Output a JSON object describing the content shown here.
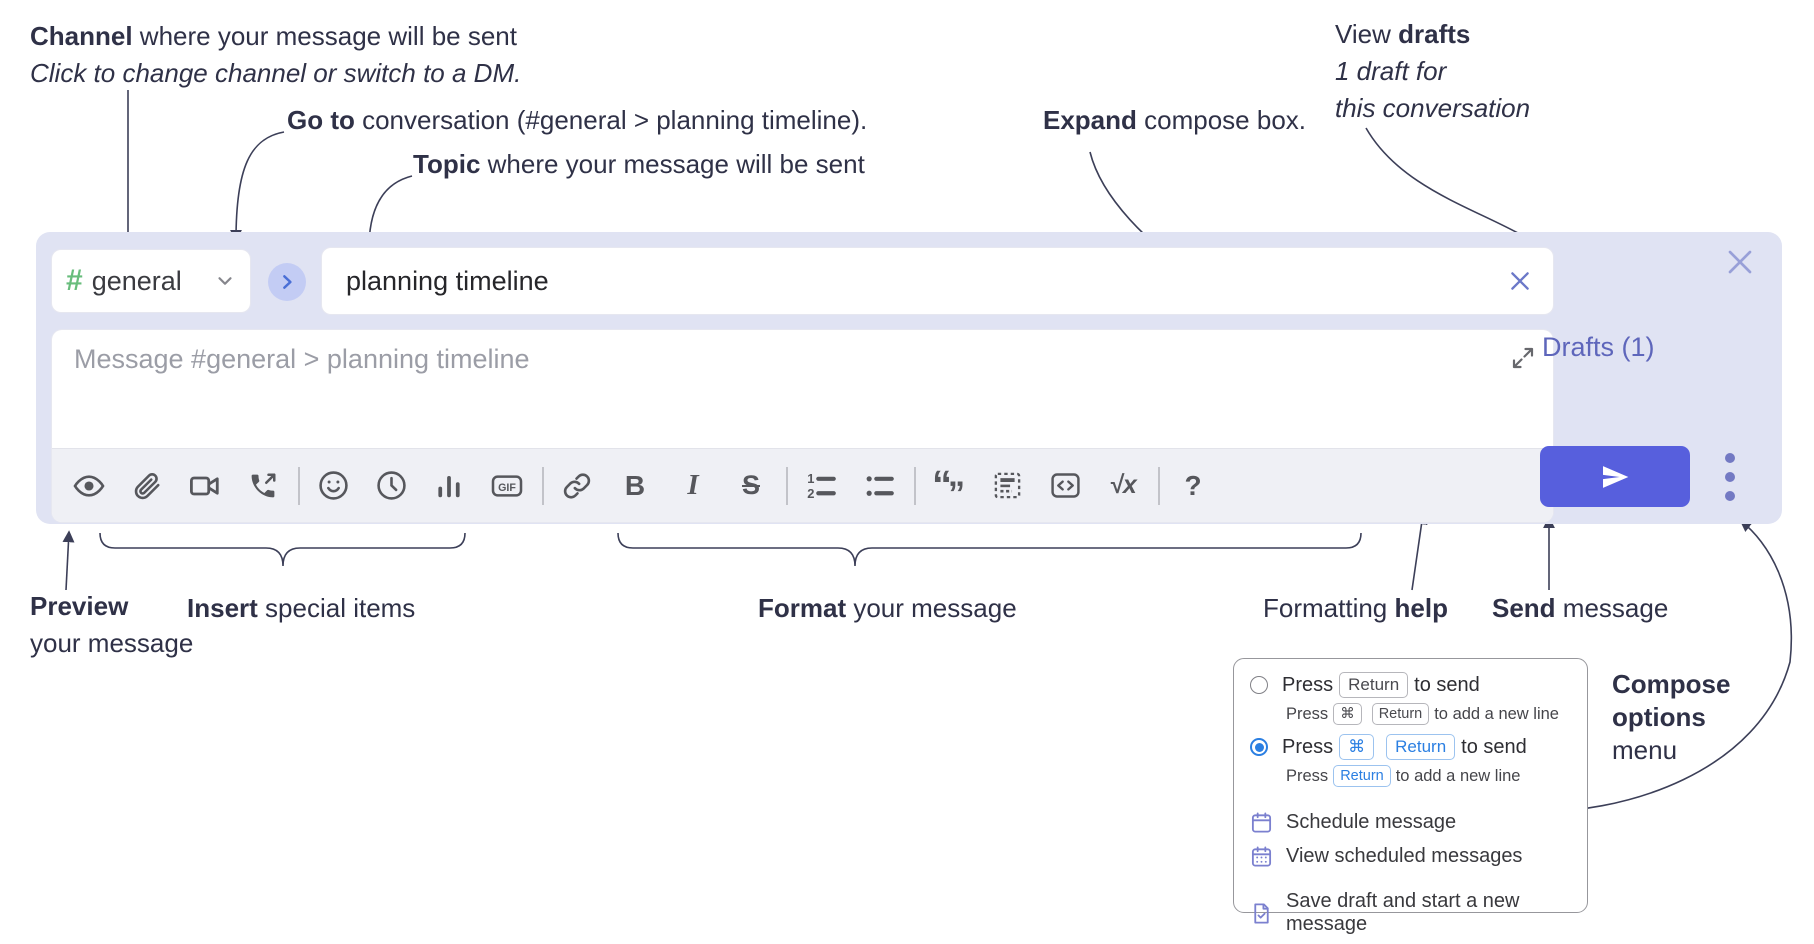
{
  "annotations": {
    "channel": {
      "bold": "Channel",
      "rest": " where your message will be sent",
      "sub": "Click to change channel or switch to a DM."
    },
    "go_to": {
      "bold": "Go to",
      "rest": " conversation (#general > planning timeline)."
    },
    "topic": {
      "bold": "Topic",
      "rest": " where your message will be sent"
    },
    "expand": {
      "bold": "Expand",
      "rest": " compose box."
    },
    "view_drafts": {
      "pre": "View ",
      "bold": "drafts",
      "line2": "1 draft for",
      "line3": "this conversation"
    },
    "preview": {
      "bold": "Preview",
      "line2": "your message"
    },
    "insert": {
      "bold": "Insert",
      "rest": " special items"
    },
    "format": {
      "bold": "Format",
      "rest": " your message"
    },
    "formatting_help": {
      "pre": "Formatting ",
      "bold": "help"
    },
    "send": {
      "bold": "Send",
      "rest": " message"
    },
    "compose_options": {
      "bold1": "Compose",
      "bold2": "options",
      "rest": "menu"
    }
  },
  "compose": {
    "channel": {
      "hash": "#",
      "name": "general"
    },
    "topic_value": "planning timeline",
    "message_placeholder": "Message #general > planning timeline",
    "drafts_link": "Drafts (1)",
    "toolbar": {
      "icons": [
        "preview",
        "attach-file",
        "add-video-call",
        "add-voice-call",
        "emoji",
        "add-global-time",
        "poll",
        "gif",
        "link",
        "bold",
        "italic",
        "strikethrough",
        "numbered-list",
        "bulleted-list",
        "quote",
        "spoiler",
        "code",
        "math",
        "formatting-help"
      ],
      "glyphs": {
        "bold": "B",
        "italic": "I",
        "strike": "S",
        "gif": "GIF",
        "math": "√x",
        "help": "?",
        "quote_open": "“",
        "quote_close": "”",
        "ol_1": "1",
        "ol_2": "2"
      }
    }
  },
  "options_menu": {
    "radio1": {
      "press": "Press",
      "key1": "Return",
      "tail": "to send",
      "sub_press": "Press",
      "sub_key1": "⌘",
      "sub_key2": "Return",
      "sub_tail": "to add a new line",
      "selected": false
    },
    "radio2": {
      "press": "Press",
      "key1": "⌘",
      "key2": "Return",
      "tail": "to send",
      "sub_press": "Press",
      "sub_key1": "Return",
      "sub_tail": "to add a new line",
      "selected": true
    },
    "items": [
      {
        "label": "Schedule message",
        "icon": "calendar-icon"
      },
      {
        "label": "View scheduled messages",
        "icon": "calendar-grid-icon"
      },
      {
        "label": "Save draft and start a new message",
        "icon": "save-draft-icon"
      }
    ]
  },
  "colors": {
    "compose_background": "#e0e3f3",
    "send_button": "#575fdd",
    "drafts_link": "#5e66bb",
    "channel_hash_green": "#68bd7c",
    "circle_button_bg": "#c3ccf4",
    "circle_chevron_blue": "#4a6fd6",
    "radio_selected_blue": "#2b7fe2",
    "menu_icon_purple": "#7b80cf",
    "annotation_text": "#2f3147"
  }
}
